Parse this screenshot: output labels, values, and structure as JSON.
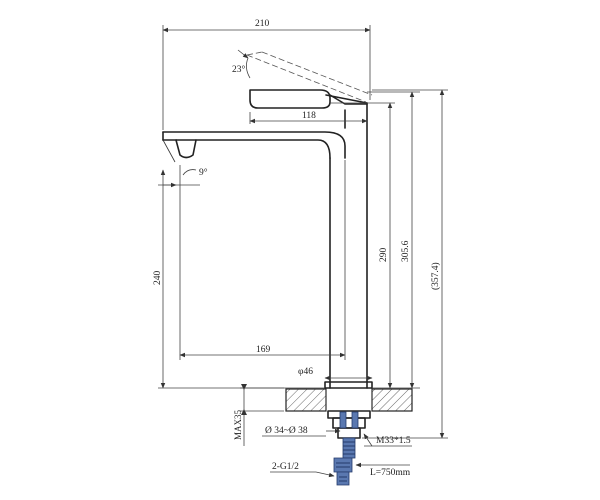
{
  "dimensions": {
    "total_width": "210",
    "handle_angle": "23°",
    "handle_length": "118",
    "spout_angle": "9°",
    "spout_height": "240",
    "height_to_handle": "290",
    "height_to_top": "305.6",
    "overall_height": "(357.4)",
    "spout_reach": "169",
    "base_diameter": "φ46",
    "max_counter": "MAX35",
    "hole_range": "Ø 34~Ø 38",
    "thread": "M33*1.5",
    "hose_connection": "2-G1/2",
    "hose_length": "L=750mm"
  },
  "colors": {
    "line": "#222222",
    "hose": "#5a78b0"
  }
}
